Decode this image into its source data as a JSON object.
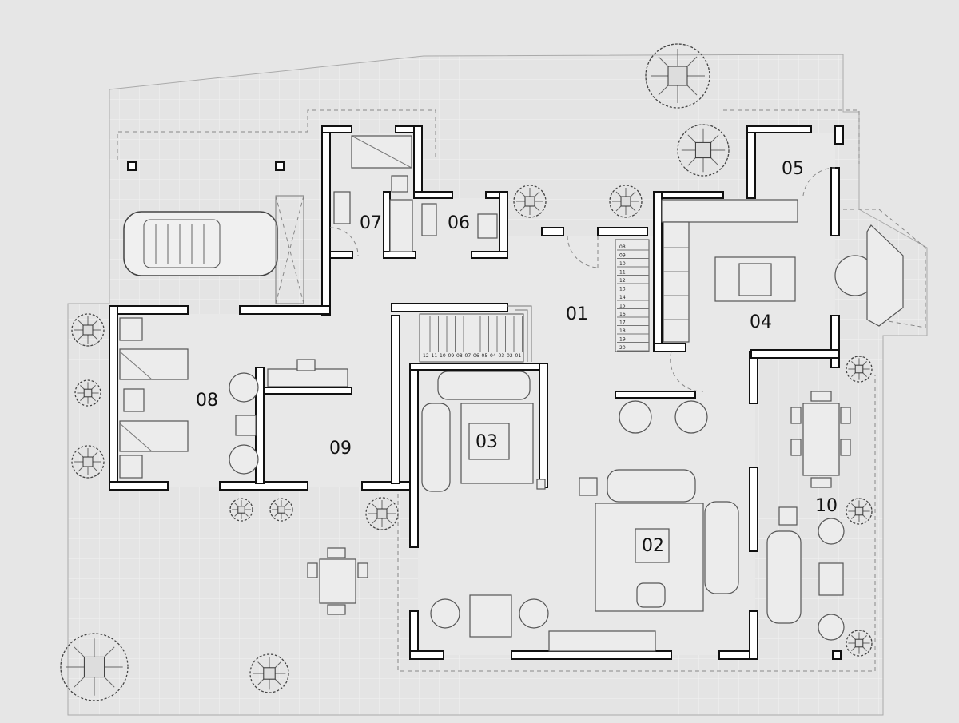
{
  "plan": {
    "rooms": [
      {
        "id": "01",
        "label": "01"
      },
      {
        "id": "02",
        "label": "02"
      },
      {
        "id": "03",
        "label": "03"
      },
      {
        "id": "04",
        "label": "04"
      },
      {
        "id": "05",
        "label": "05"
      },
      {
        "id": "06",
        "label": "06"
      },
      {
        "id": "07",
        "label": "07"
      },
      {
        "id": "08",
        "label": "08"
      },
      {
        "id": "09",
        "label": "09"
      },
      {
        "id": "10",
        "label": "10"
      }
    ],
    "stair_lower_steps": [
      "12",
      "11",
      "10",
      "09",
      "08",
      "07",
      "06",
      "05",
      "04",
      "03",
      "02",
      "01"
    ],
    "stair_upper_steps": [
      "08",
      "09",
      "10",
      "11",
      "12",
      "13",
      "14",
      "15",
      "16",
      "17",
      "18",
      "19",
      "20"
    ]
  },
  "colors": {
    "background": "#e6e6e6",
    "wall_fill": "#ffffff",
    "wall_stroke": "#111111"
  }
}
